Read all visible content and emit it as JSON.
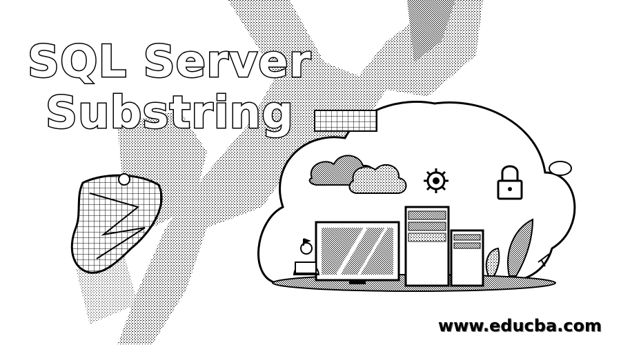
{
  "banner": {
    "title_line1": "SQL Server",
    "title_line2": "Substring",
    "website": "www.educba.com"
  },
  "illustration": {
    "icons": [
      "sql-server-logo-icon",
      "cloud-icon",
      "gear-icon",
      "padlock-icon",
      "monitor-icon",
      "server-tower-icon",
      "person-with-laptop-icon",
      "plant-icon"
    ]
  },
  "colors": {
    "ink": "#000000",
    "paper": "#ffffff",
    "dither": "#8a8a8a"
  }
}
